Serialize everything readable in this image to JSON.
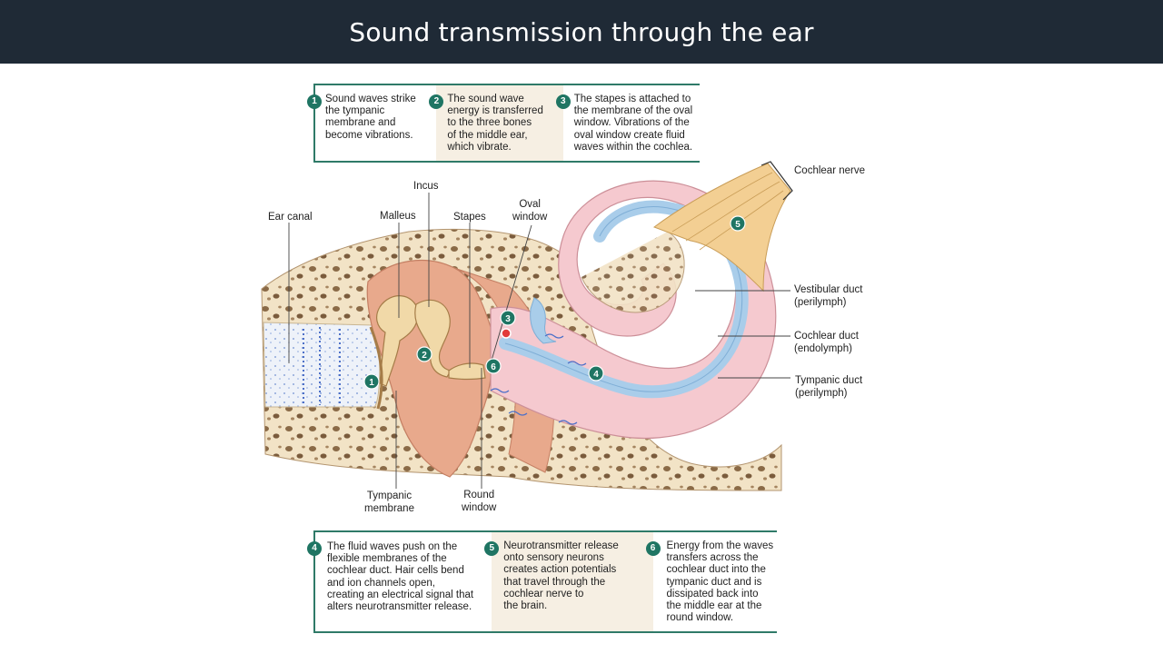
{
  "title": "Sound transmission through the ear",
  "top_steps": [
    {
      "num": "1",
      "text": "Sound waves strike\nthe tympanic\nmembrane and\nbecome vibrations."
    },
    {
      "num": "2",
      "text": "The sound wave\nenergy is transferred\nto the three bones\nof the middle ear,\nwhich vibrate."
    },
    {
      "num": "3",
      "text": "The stapes is attached to\nthe membrane of the oval\nwindow. Vibrations of the\noval window create fluid\nwaves within the cochlea."
    }
  ],
  "bottom_steps": [
    {
      "num": "4",
      "text": "The fluid waves push on the\nflexible membranes of the\ncochlear duct. Hair cells bend\nand ion channels open,\ncreating an electrical signal that\nalters neurotransmitter release."
    },
    {
      "num": "5",
      "text": "Neurotransmitter release\nonto sensory neurons\ncreates action potentials\nthat travel through the\ncochlear nerve to\nthe brain."
    },
    {
      "num": "6",
      "text": "Energy from the waves\ntransfers across the\ncochlear duct into the\ntympanic duct and is\ndissipated back into\nthe middle ear at the\nround window."
    }
  ],
  "labels": {
    "ear_canal": "Ear canal",
    "malleus": "Malleus",
    "incus": "Incus",
    "stapes": "Stapes",
    "oval_window": "Oval\nwindow",
    "cochlear_nerve": "Cochlear nerve",
    "vestibular_duct": "Vestibular duct\n(perilymph)",
    "cochlear_duct": "Cochlear duct\n(endolymph)",
    "tympanic_duct": "Tympanic duct\n(perilymph)",
    "tympanic_membrane": "Tympanic\nmembrane",
    "round_window": "Round\nwindow"
  },
  "markers": {
    "m1": "1",
    "m2": "2",
    "m3": "3",
    "m4": "4",
    "m5": "5",
    "m6": "6"
  },
  "colors": {
    "accent": "#1f7563",
    "title_bg": "#1f2a36",
    "bone": "#f0dfbf",
    "tissue": "#e8a98c",
    "cochlea_pink": "#f5c9cf",
    "duct_blue": "#a9cdea",
    "nerve": "#f3cf93"
  }
}
